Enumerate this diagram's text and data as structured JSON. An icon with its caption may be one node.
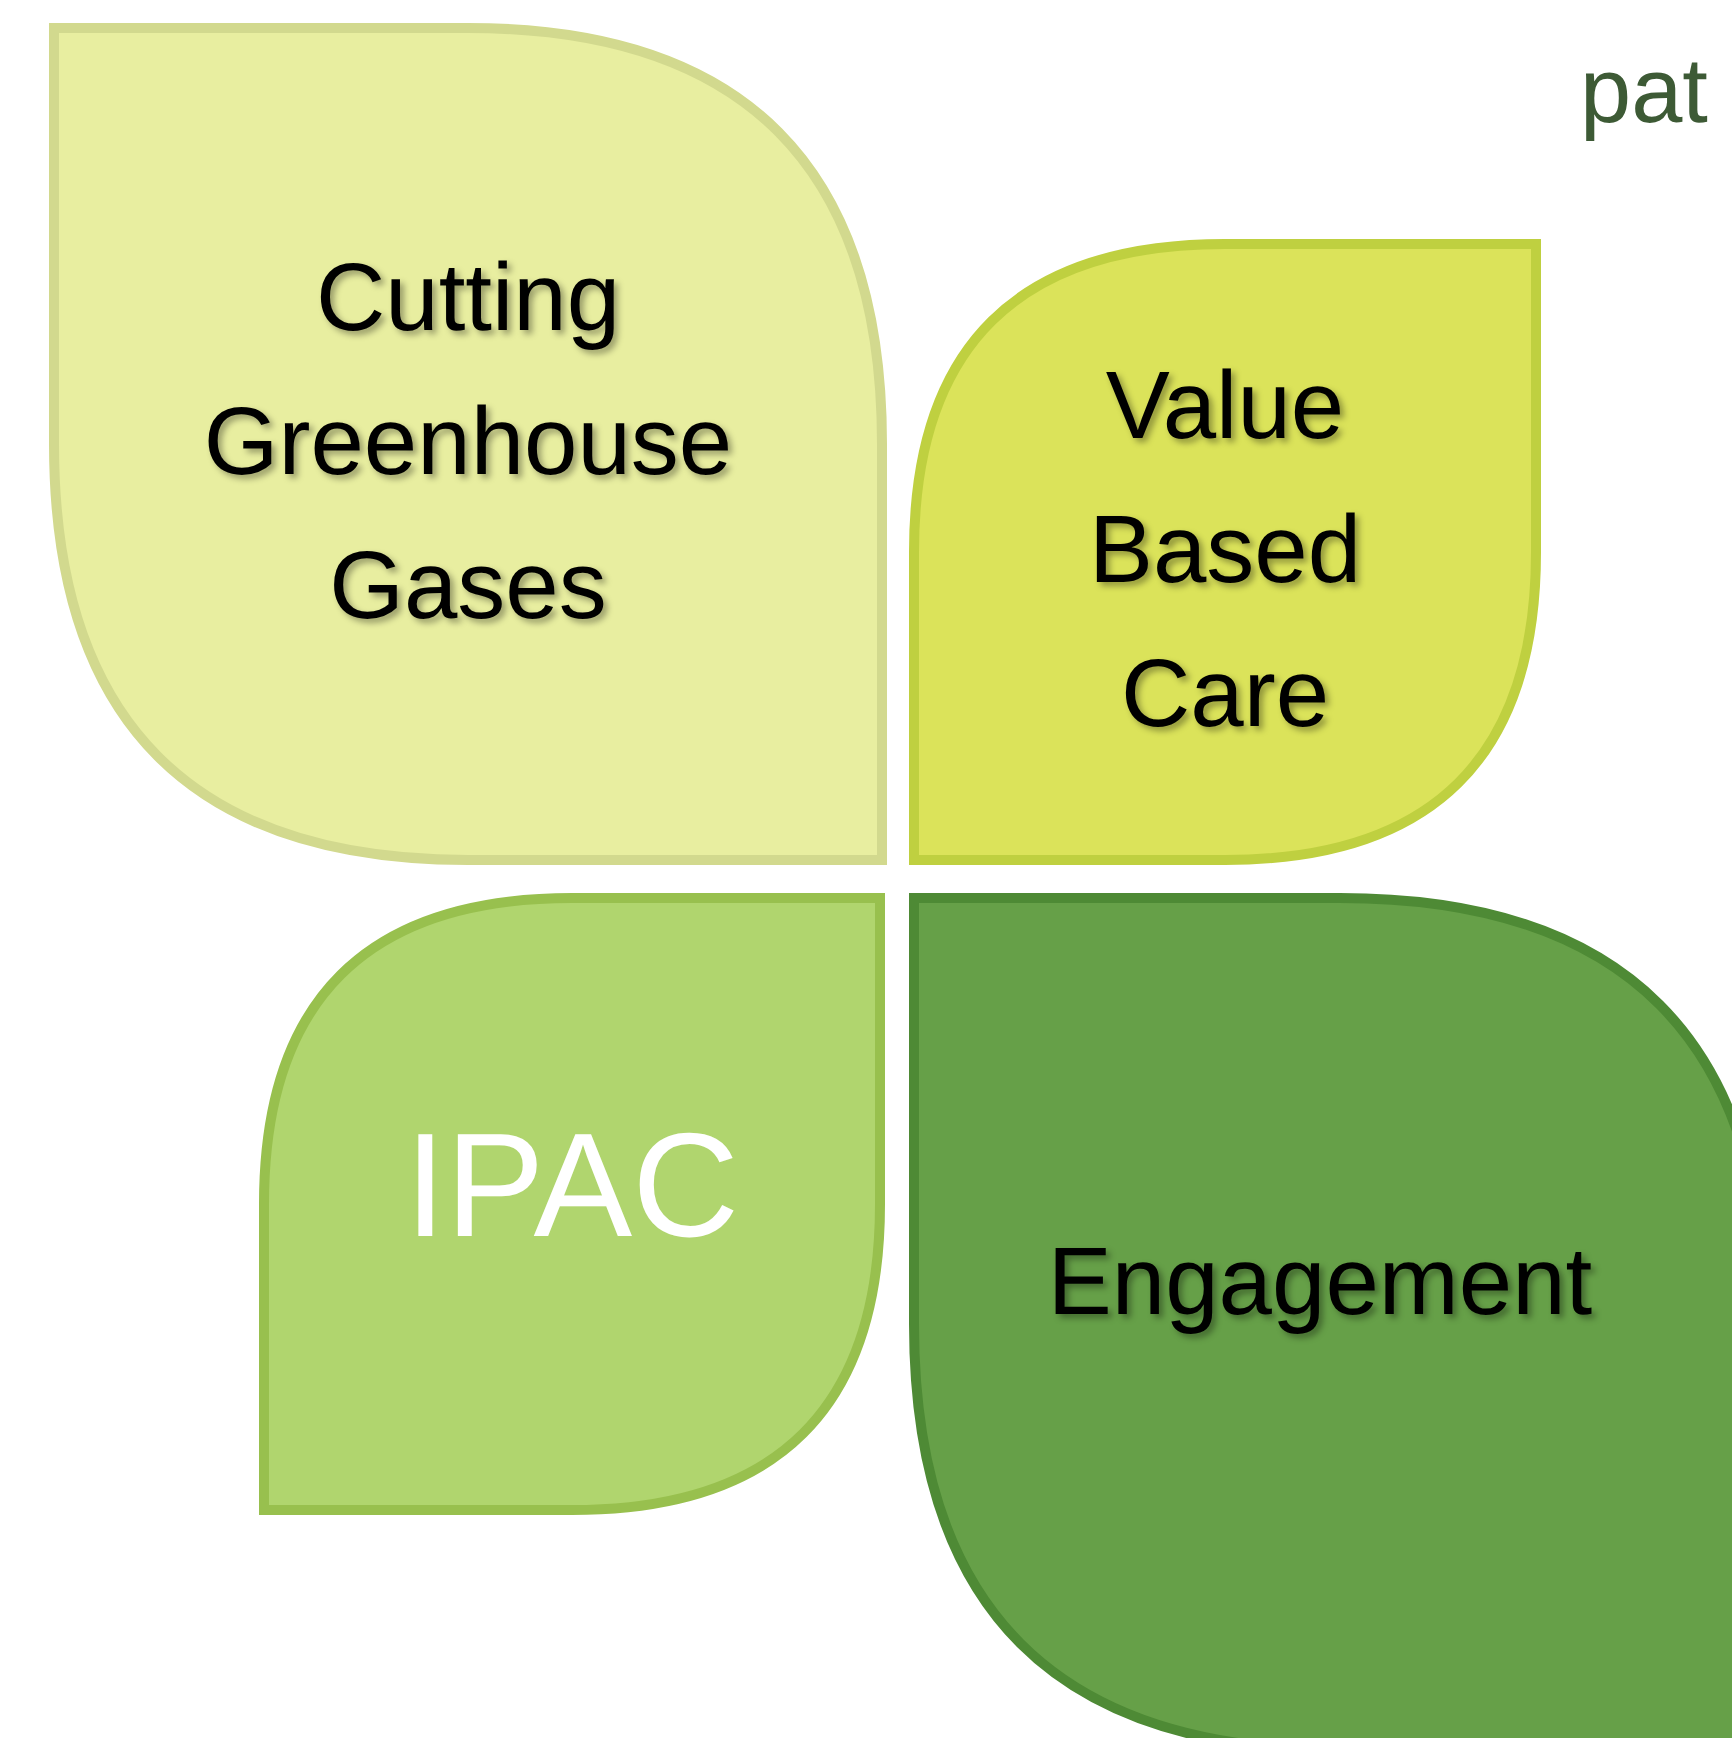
{
  "diagram": {
    "nodes": [
      {
        "text": [
          "Cutting Greenhouse Gases"
        ]
      },
      {
        "text": [
          "Value Based Care"
        ]
      },
      {
        "text": [
          "IPAC"
        ]
      },
      {
        "text": [
          "Engagement"
        ]
      }
    ],
    "labels": [
      "pat"
    ]
  }
}
